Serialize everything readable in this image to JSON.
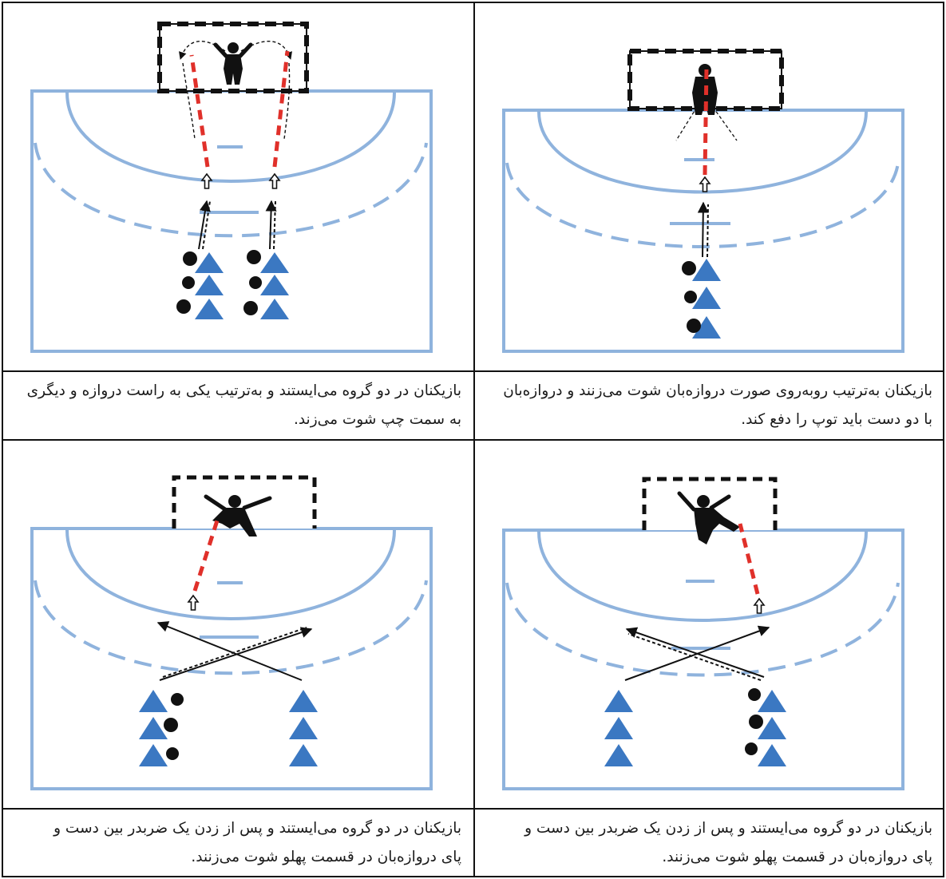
{
  "panels": [
    {
      "id": "top-right",
      "caption": [
        "بازیکنان به‌ترتیب روبه‌روی صورت دروازه‌بان شوت می‌زنند و دروازه‌بان",
        "با دو دست باید توپ را دفع کند."
      ]
    },
    {
      "id": "top-left",
      "caption": [
        "بازیکنان در دو گروه می‌ایستند و به‌ترتیب یکی به راست دروازه و دیگری",
        "به سمت چپ شوت می‌زند."
      ]
    },
    {
      "id": "bottom-right",
      "caption": [
        "بازیکنان در دو گروه می‌ایستند و پس از زدن یک ضربدر بین دست و",
        "پای دروازه‌بان در قسمت پهلو شوت می‌زنند."
      ]
    },
    {
      "id": "bottom-left",
      "caption": [
        "بازیکنان در دو گروه می‌ایستند و پس از زدن یک ضربدر بین دست و",
        "پای دروازه‌بان در قسمت پهلو شوت می‌زنند."
      ]
    }
  ],
  "colors": {
    "court": "#8fb3dd",
    "cone": "#3b78c2",
    "shot": "#e0302a",
    "ink": "#111111"
  }
}
